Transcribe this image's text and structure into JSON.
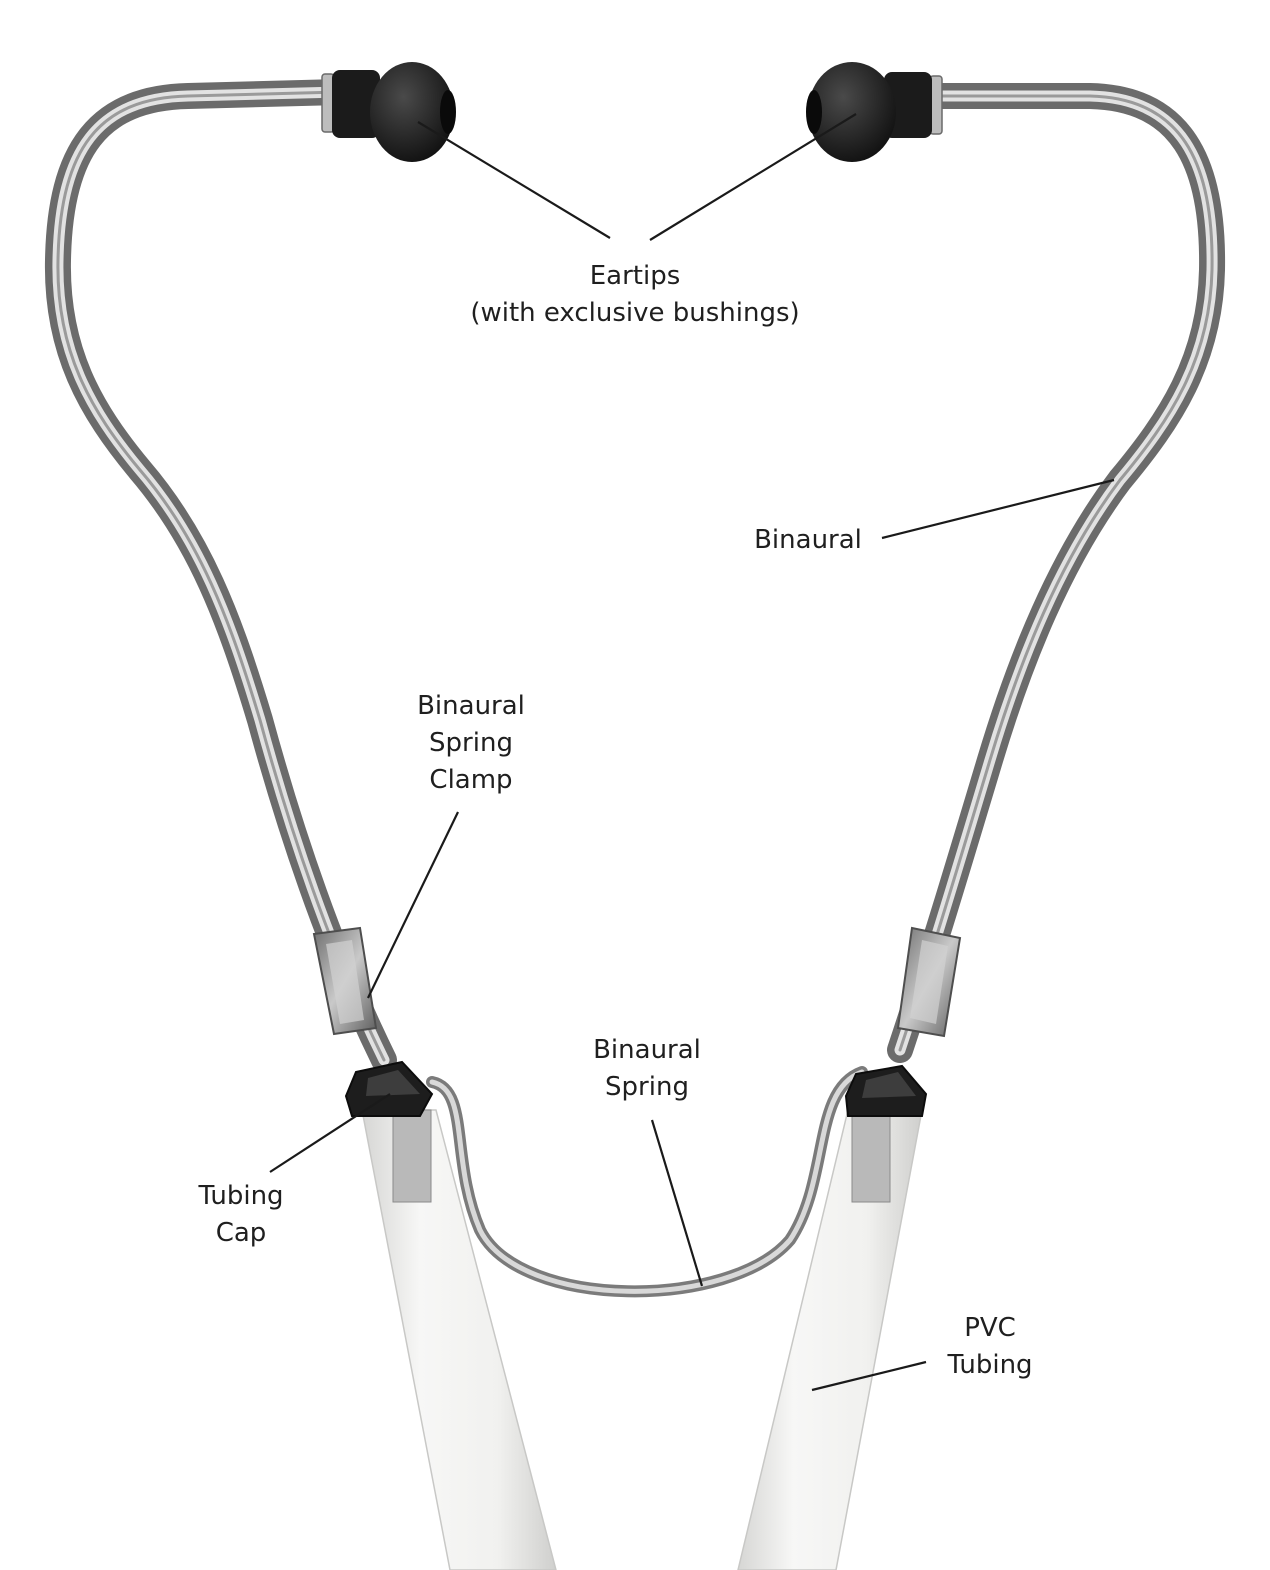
{
  "labels": {
    "eartips": {
      "line1": "Eartips",
      "line2": "(with exclusive bushings)"
    },
    "binaural": {
      "line1": "Binaural"
    },
    "spring_clamp": {
      "line1": "Binaural",
      "line2": "Spring",
      "line3": "Clamp"
    },
    "spring": {
      "line1": "Binaural",
      "line2": "Spring"
    },
    "tubing_cap": {
      "line1": "Tubing",
      "line2": "Cap"
    },
    "pvc_tubing": {
      "line1": "PVC",
      "line2": "Tubing"
    }
  },
  "colors": {
    "background": "#ffffff",
    "text": "#1f1f1f",
    "leader_line": "#1a1a1a",
    "metal": "#8a8a8a",
    "eartip": "#1c1c1c",
    "tubing": "#eeeeec"
  },
  "icons": [
    "stethoscope-binaural-illustration"
  ]
}
